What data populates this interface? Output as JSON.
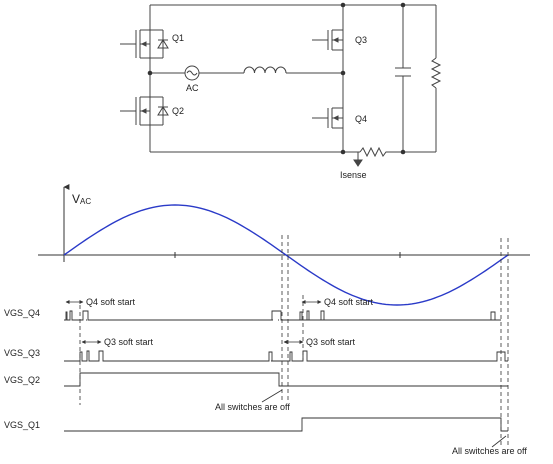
{
  "circuit": {
    "q1": "Q1",
    "q2": "Q2",
    "q3": "Q3",
    "q4": "Q4",
    "ac": "AC",
    "isense": "Isense"
  },
  "waveform": {
    "vac_label": "V",
    "vac_sub": "AC"
  },
  "timing": {
    "vgs_q4": "VGS_Q4",
    "vgs_q3": "VGS_Q3",
    "vgs_q2": "VGS_Q2",
    "vgs_q1": "VGS_Q1",
    "q4_soft_start": "Q4 soft start",
    "q3_soft_start": "Q3 soft start",
    "all_off_1": "All switches are off",
    "all_off_2": "All switches are off"
  },
  "colors": {
    "sine": "#2a3ac8",
    "line": "#444444"
  }
}
